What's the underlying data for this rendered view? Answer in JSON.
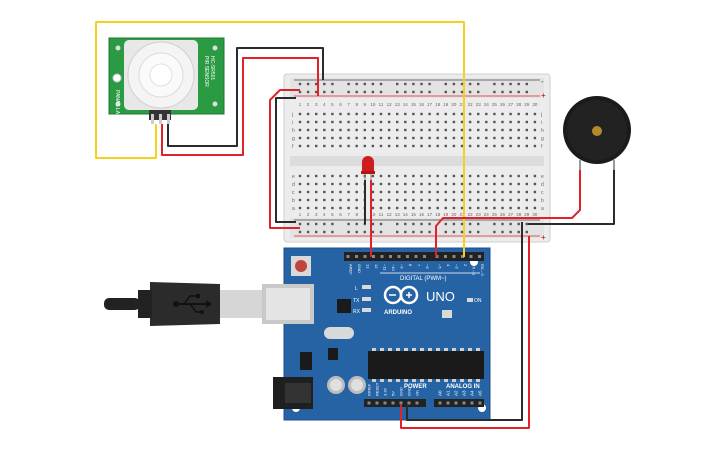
{
  "pir_sensor": {
    "side_label_left": "PANAS.LAB",
    "side_label_right_1": "PIR SENSOR",
    "side_label_right_2": "HC-SR501"
  },
  "breadboard": {
    "column_numbers": [
      "1",
      "2",
      "3",
      "4",
      "5",
      "6",
      "7",
      "8",
      "9",
      "10",
      "11",
      "12",
      "13",
      "14",
      "15",
      "16",
      "17",
      "18",
      "19",
      "20",
      "21",
      "22",
      "23",
      "24",
      "25",
      "26",
      "27",
      "28",
      "29",
      "30"
    ],
    "row_letters_top": [
      "j",
      "i",
      "h",
      "g",
      "f"
    ],
    "row_letters_bottom": [
      "e",
      "d",
      "c",
      "b",
      "a"
    ],
    "rail_minus": "-",
    "rail_plus": "+"
  },
  "arduino": {
    "brand": "ARDUINO",
    "model": "UNO",
    "digital_label": "DIGITAL (PWM~)",
    "power_label": "POWER",
    "analog_label": "ANALOG IN",
    "on_label": "ON",
    "l_label": "L",
    "tx_label": "TX",
    "rx_label": "RX",
    "digital_pins": [
      "AREF",
      "GND",
      "13",
      "12",
      "~11",
      "~10",
      "~9",
      "8",
      "7",
      "~6",
      "~5",
      "4",
      "~3",
      "2",
      "TX→1",
      "RX←0"
    ],
    "power_pins": [
      "IOREF",
      "RESET",
      "3.3V",
      "5V",
      "GND",
      "GND",
      "Vin"
    ],
    "analog_pins": [
      "A0",
      "A1",
      "A2",
      "A3",
      "A4",
      "A5"
    ]
  },
  "colors": {
    "wire_red": "#e0232b",
    "wire_black": "#2b2b2b",
    "wire_yellow": "#f2d21b",
    "board_blue": "#2563a4",
    "pir_green": "#2a9a43",
    "led_red": "#d01c1c"
  }
}
